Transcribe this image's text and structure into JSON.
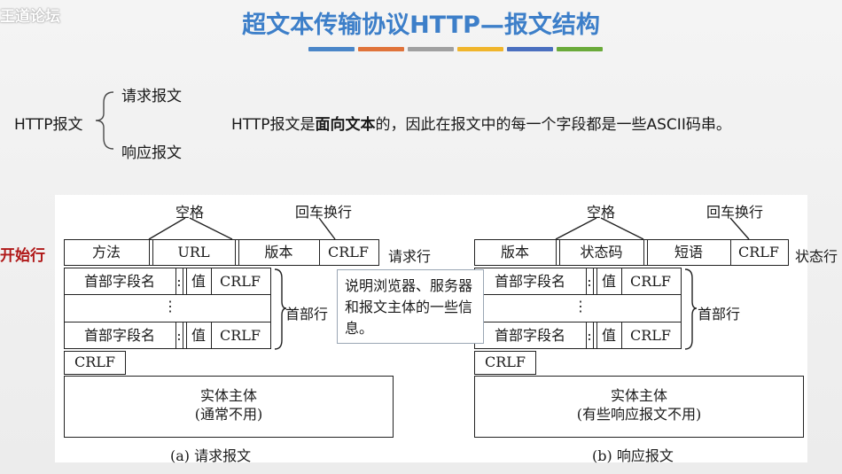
{
  "watermark": "王道论坛",
  "title": "超文本传输协议HTTP—报文结构",
  "title_bars": [
    "#4a86c8",
    "#e0733a",
    "#a0a0a0",
    "#f0b52c",
    "#4a6fbf",
    "#6aaa3a"
  ],
  "topic": {
    "root": "HTTP报文",
    "branch_request": "请求报文",
    "branch_response": "响应报文",
    "desc_pre": "HTTP报文是",
    "desc_bold": "面向文本",
    "desc_post": "的，因此在报文中的每一个字段都是一些ASCII码串。"
  },
  "start_line_label": "开始行",
  "request": {
    "space_label": "空格",
    "crlf_label": "回车换行",
    "line_cells": [
      "方法",
      "URL",
      "版本",
      "CRLF"
    ],
    "line_name": "请求行",
    "header_name": "首部字段名",
    "colon": ":",
    "value": "值",
    "crlf": "CRLF",
    "vdots": "⋮",
    "header_group_label": "首部行",
    "blank_crlf": "CRLF",
    "body_line1": "实体主体",
    "body_line2": "(通常不用)",
    "caption": "(a) 请求报文"
  },
  "response": {
    "space_label": "空格",
    "crlf_label": "回车换行",
    "line_cells": [
      "版本",
      "状态码",
      "短语",
      "CRLF"
    ],
    "line_name": "状态行",
    "header_name": "首部字段名",
    "colon": ":",
    "value": "值",
    "crlf": "CRLF",
    "vdots": "⋮",
    "header_group_label": "首部行",
    "blank_crlf": "CRLF",
    "body_line1": "实体主体",
    "body_line2": "(有些响应报文不用)",
    "caption": "(b) 响应报文"
  },
  "tooltip_text": "说明浏览器、服务器和报文主体的一些信息。"
}
